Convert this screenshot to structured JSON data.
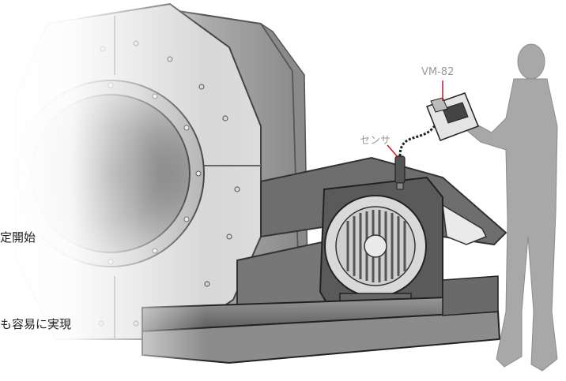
{
  "left_text": {
    "line1": "定開始",
    "line2": "も容易に実現"
  },
  "labels": {
    "device": "VM-82",
    "sensor": "センサ"
  },
  "colors": {
    "label_text": "#9a9a9a",
    "leader_line": "#d0102a",
    "body_text": "#222222"
  },
  "icons": [
    "fan-housing-illustration",
    "motor-illustration",
    "person-silhouette",
    "vibration-meter-device",
    "sensor-probe"
  ]
}
